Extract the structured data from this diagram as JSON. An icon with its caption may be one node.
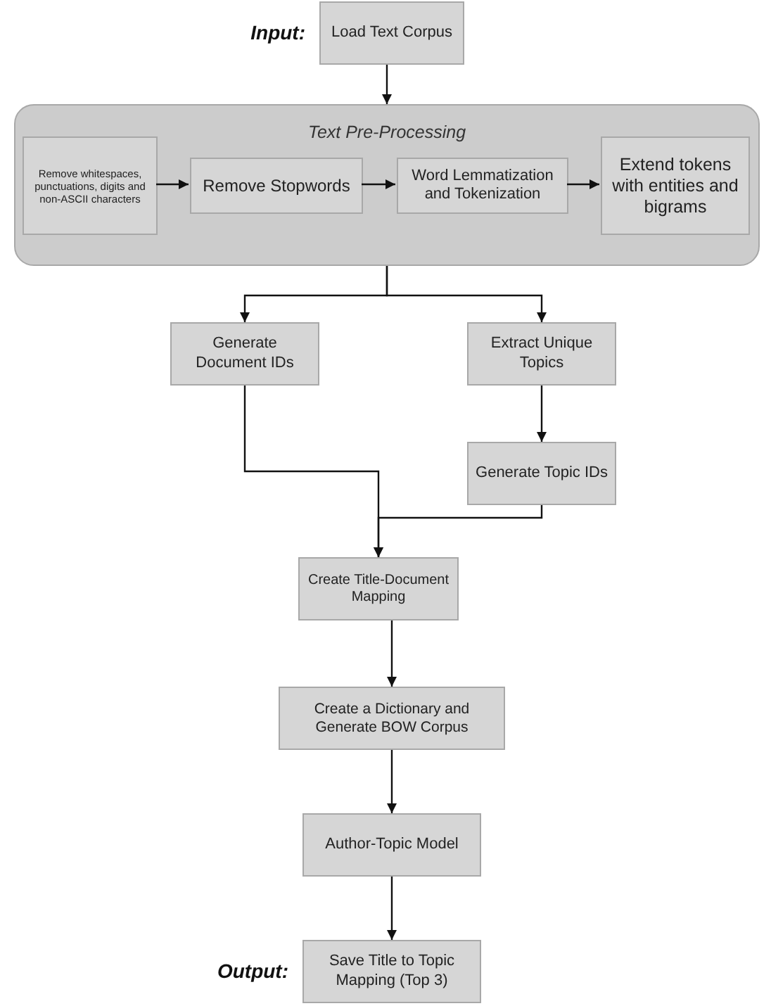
{
  "diagram": {
    "nodes": [
      {
        "text": [
          "Load Text Corpus"
        ],
        "beside": [
          "Input:"
        ]
      },
      {
        "text": [
          "Text Pre-Processing"
        ]
      },
      {
        "text": [
          "Remove whitespaces, punctuations, digits and non-ASCII characters"
        ],
        "in": 1
      },
      {
        "text": [
          "Remove Stopwords"
        ],
        "in": 1
      },
      {
        "text": [
          "Word Lemmatization and Tokenization"
        ],
        "in": 1
      },
      {
        "text": [
          "Extend tokens with entities and bigrams"
        ],
        "in": 1
      },
      {
        "text": [
          "Generate Document IDs"
        ]
      },
      {
        "text": [
          "Extract Unique Topics"
        ]
      },
      {
        "text": [
          "Generate Topic IDs"
        ]
      },
      {
        "text": [
          "Create Title-Document Mapping"
        ]
      },
      {
        "text": [
          "Create a Dictionary and Generate BOW Corpus"
        ]
      },
      {
        "text": [
          "Author-Topic Model"
        ]
      },
      {
        "text": [
          "Save Title to Topic Mapping (Top 3)"
        ],
        "beside": [
          "Output:"
        ]
      }
    ],
    "edges": [
      {
        "from": 0,
        "to": 1,
        "arrow": "to"
      },
      {
        "from": 2,
        "to": 3,
        "arrow": "to"
      },
      {
        "from": 3,
        "to": 4,
        "arrow": "to"
      },
      {
        "from": 4,
        "to": 5,
        "arrow": "to"
      },
      {
        "from": 1,
        "to": 6,
        "arrow": "to"
      },
      {
        "from": 1,
        "to": 7,
        "arrow": "to"
      },
      {
        "from": 7,
        "to": 8,
        "arrow": "to"
      },
      {
        "from": 6,
        "to": 9,
        "arrow": "to"
      },
      {
        "from": 8,
        "to": 9,
        "arrow": "to"
      },
      {
        "from": 9,
        "to": 10,
        "arrow": "to"
      },
      {
        "from": 10,
        "to": 11,
        "arrow": "to"
      },
      {
        "from": 11,
        "to": 12,
        "arrow": "to"
      }
    ]
  }
}
